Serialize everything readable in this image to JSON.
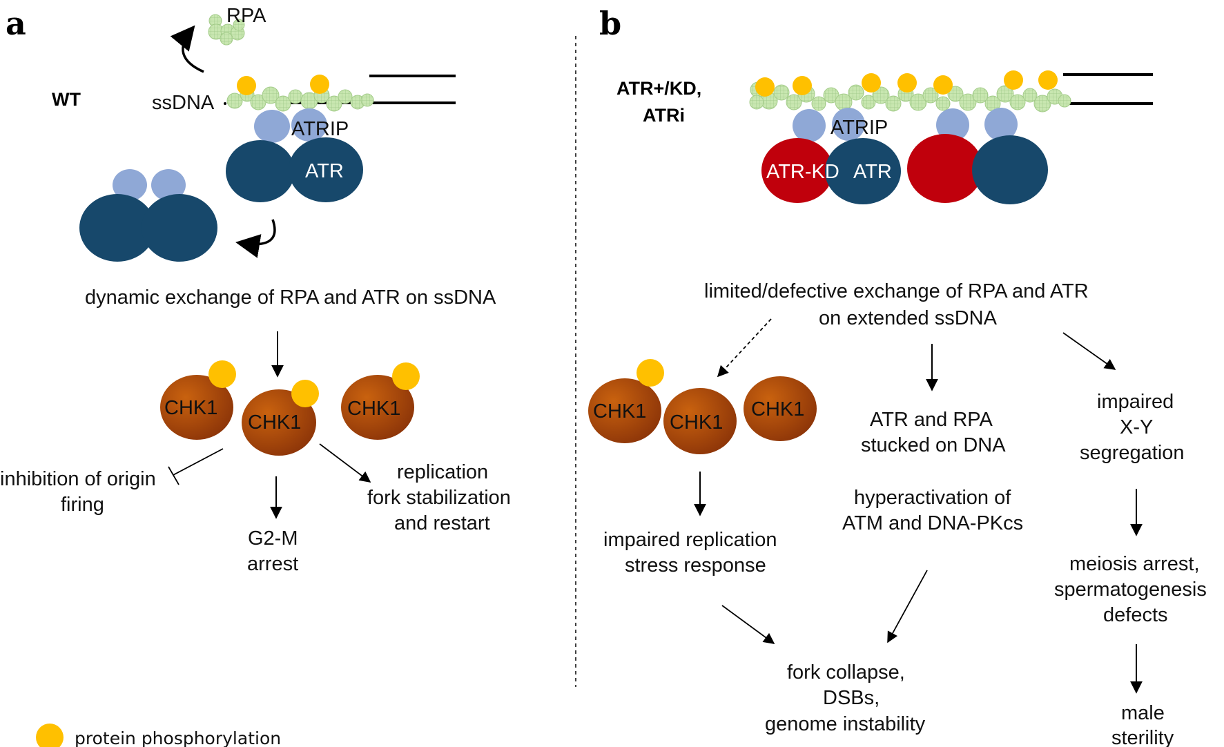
{
  "colors": {
    "atr": "#17486b",
    "atrip": "#8fa8d6",
    "atr_kd": "#c0000c",
    "chk1": "#b34a0c",
    "phospho": "#ffc000",
    "rpa": "#b9dca0",
    "line": "#000000"
  },
  "panel_a": {
    "letter": "a",
    "condition": "WT",
    "rpa_label": "RPA",
    "ssdna_label": "ssDNA",
    "atrip_label": "ATRIP",
    "atr_label": "ATR",
    "exchange_text": "dynamic exchange of RPA and ATR on  ssDNA",
    "chk1_labels": [
      "CHK1",
      "CHK1",
      "CHK1"
    ],
    "origin_text": [
      "inhibition of origin",
      "firing"
    ],
    "g2m_text": [
      "G2-M",
      "arrest"
    ],
    "fork_text": [
      "replication",
      "fork stabilization",
      "and restart"
    ]
  },
  "panel_b": {
    "letter": "b",
    "condition": [
      "ATR+/KD,",
      "ATRi"
    ],
    "atrip_label": "ATRIP",
    "atr_kd_label": "ATR-KD",
    "atr_label": "ATR",
    "exchange_text": [
      "limited/defective exchange of RPA and ATR",
      "on extended ssDNA"
    ],
    "chk1_labels": [
      "CHK1",
      "CHK1",
      "CHK1"
    ],
    "stuck_text": [
      "ATR and RPA",
      "stucked on DNA"
    ],
    "hyper_text": [
      "hyperactivation of",
      "ATM and DNA-PKcs"
    ],
    "xy_text": [
      "impaired",
      "X-Y",
      "segregation"
    ],
    "impaired_text": [
      "impaired replication",
      "stress response"
    ],
    "meiosis_text": [
      "meiosis arrest,",
      "spermatogenesis",
      "defects"
    ],
    "fork_collapse_text": [
      "fork collapse,",
      "DSBs,",
      "genome instability"
    ],
    "sterility_text": [
      "male",
      "sterility"
    ]
  },
  "legend": {
    "text": "protein phosphorylation"
  }
}
